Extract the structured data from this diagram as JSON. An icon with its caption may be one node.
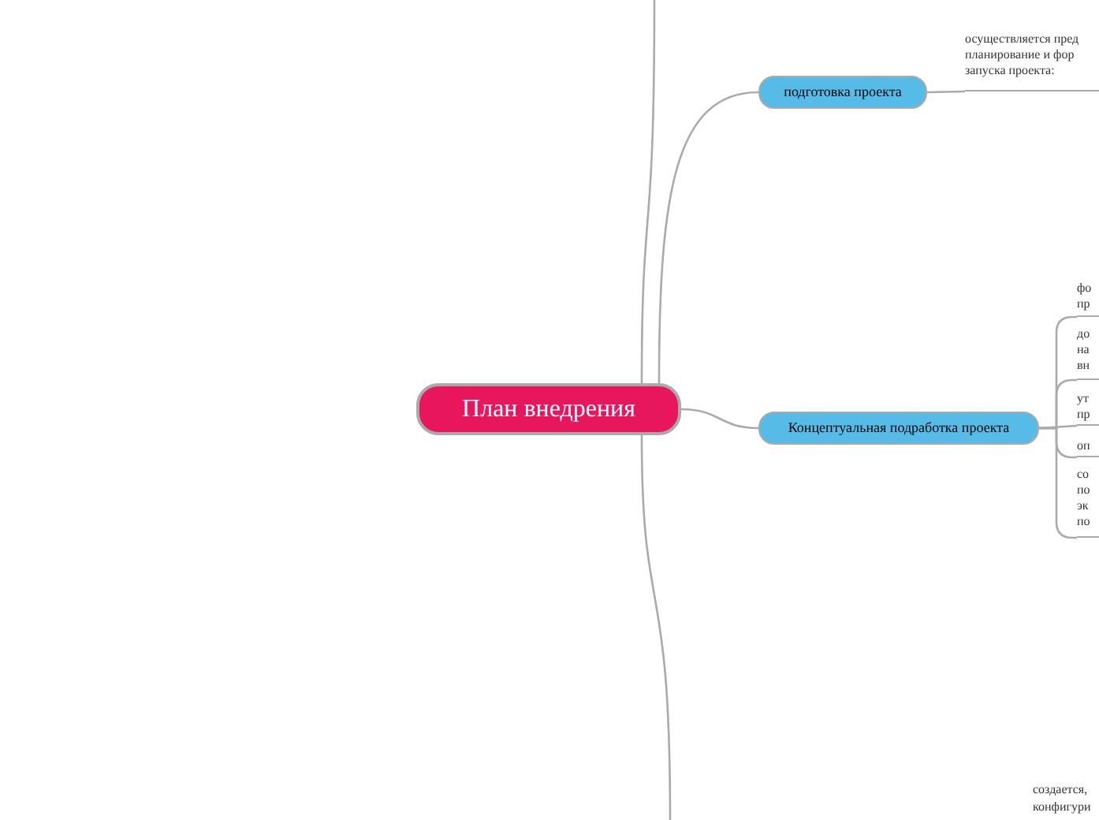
{
  "diagram": {
    "nodes": [
      {
        "text": [
          "План внедрения"
        ]
      },
      {
        "text": [
          "подготовка проекта"
        ]
      },
      {
        "text": [
          "осуществляется пред планирование и фор запуска проекта:"
        ]
      },
      {
        "text": [
          "Концептуальная подработка проекта"
        ]
      },
      {
        "text": [
          "фо пр"
        ]
      },
      {
        "text": [
          "до на вн"
        ]
      },
      {
        "text": [
          "ут пр"
        ]
      },
      {
        "text": [
          "оп"
        ]
      },
      {
        "text": [
          "со по эк по"
        ]
      }
    ],
    "edges": [
      {
        "from": 0,
        "to": null,
        "arrow": "none"
      },
      {
        "from": 0,
        "to": 1,
        "arrow": "none"
      },
      {
        "from": 0,
        "to": 3,
        "arrow": "none"
      },
      {
        "from": 0,
        "to": null,
        "arrow": "none"
      },
      {
        "from": 1,
        "to": 2,
        "arrow": "none"
      },
      {
        "from": 3,
        "to": 4,
        "arrow": "none"
      },
      {
        "from": 3,
        "to": 5,
        "arrow": "none"
      },
      {
        "from": 3,
        "to": 6,
        "arrow": "none"
      },
      {
        "from": 3,
        "to": 7,
        "arrow": "none"
      },
      {
        "from": 3,
        "to": 8,
        "arrow": "none"
      }
    ],
    "labels": [
      "создается, конфигури"
    ]
  }
}
